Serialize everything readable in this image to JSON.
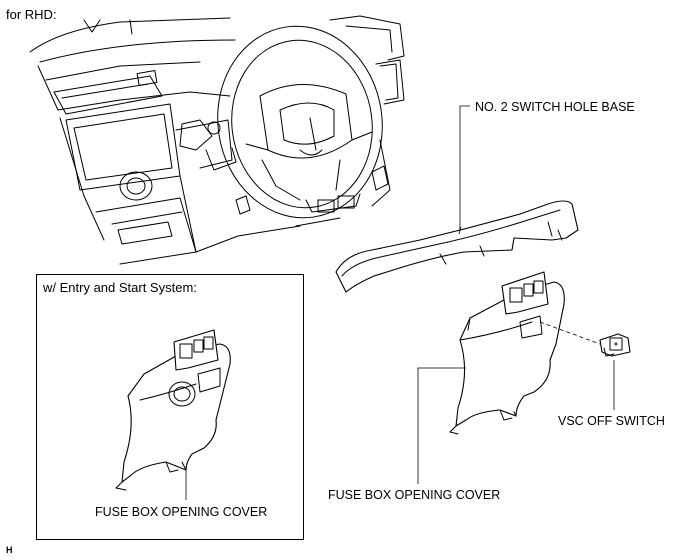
{
  "header": {
    "variant_label": "for RHD:"
  },
  "inset": {
    "title": "w/ Entry and Start System:",
    "label": "FUSE BOX OPENING COVER"
  },
  "callouts": {
    "switch_hole_base": "NO. 2 SWITCH HOLE BASE",
    "vsc_off_switch": "VSC OFF SWITCH",
    "fuse_box_cover": "FUSE BOX OPENING COVER"
  },
  "footer": {
    "code": "H"
  }
}
